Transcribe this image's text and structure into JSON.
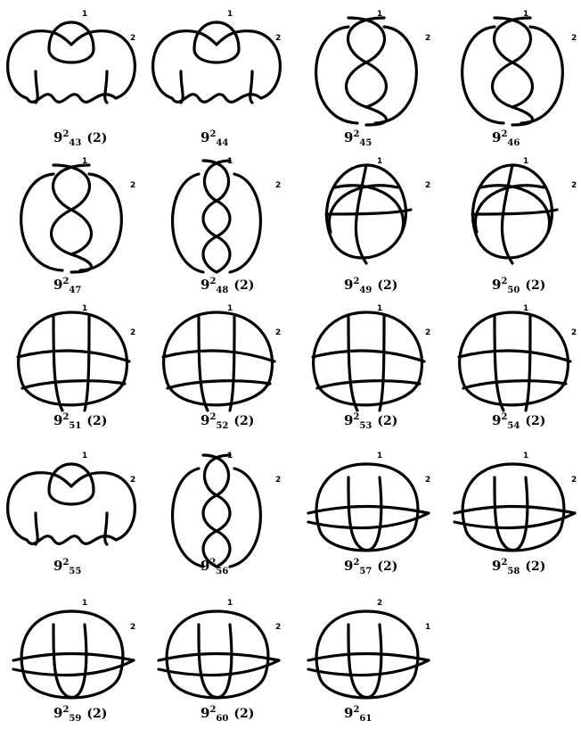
{
  "diagrams": [
    {
      "n": "9",
      "sup": "2",
      "sub": "43",
      "mult": "(2)",
      "style": "pretzel",
      "c1": "1",
      "c2": "2"
    },
    {
      "n": "9",
      "sup": "2",
      "sub": "44",
      "mult": "",
      "style": "pretzel",
      "c1": "1",
      "c2": "2"
    },
    {
      "n": "9",
      "sup": "2",
      "sub": "45",
      "mult": "",
      "style": "twist",
      "c1": "1",
      "c2": "2"
    },
    {
      "n": "9",
      "sup": "2",
      "sub": "46",
      "mult": "",
      "style": "twist",
      "c1": "1",
      "c2": "2"
    },
    {
      "n": "9",
      "sup": "2",
      "sub": "47",
      "mult": "",
      "style": "twist",
      "c1": "1",
      "c2": "2"
    },
    {
      "n": "9",
      "sup": "2",
      "sub": "48",
      "mult": "(2)",
      "style": "chain",
      "c1": "1",
      "c2": "2"
    },
    {
      "n": "9",
      "sup": "2",
      "sub": "49",
      "mult": "(2)",
      "style": "trefoil",
      "c1": "1",
      "c2": "2"
    },
    {
      "n": "9",
      "sup": "2",
      "sub": "50",
      "mult": "(2)",
      "style": "trefoil",
      "c1": "1",
      "c2": "2"
    },
    {
      "n": "9",
      "sup": "2",
      "sub": "51",
      "mult": "(2)",
      "style": "circle",
      "c1": "1",
      "c2": "2"
    },
    {
      "n": "9",
      "sup": "2",
      "sub": "52",
      "mult": "(2)",
      "style": "circle",
      "c1": "1",
      "c2": "2"
    },
    {
      "n": "9",
      "sup": "2",
      "sub": "53",
      "mult": "(2)",
      "style": "circle",
      "c1": "1",
      "c2": "2"
    },
    {
      "n": "9",
      "sup": "2",
      "sub": "54",
      "mult": "(2)",
      "style": "circle",
      "c1": "1",
      "c2": "2"
    },
    {
      "n": "9",
      "sup": "2",
      "sub": "55",
      "mult": "",
      "style": "pretzel",
      "c1": "1",
      "c2": "2"
    },
    {
      "n": "9",
      "sup": "2",
      "sub": "56",
      "mult": "",
      "style": "chain",
      "c1": "1",
      "c2": "2"
    },
    {
      "n": "9",
      "sup": "2",
      "sub": "57",
      "mult": "(2)",
      "style": "ring",
      "c1": "1",
      "c2": "2"
    },
    {
      "n": "9",
      "sup": "2",
      "sub": "58",
      "mult": "(2)",
      "style": "ring",
      "c1": "1",
      "c2": "2"
    },
    {
      "n": "9",
      "sup": "2",
      "sub": "59",
      "mult": "(2)",
      "style": "ring",
      "c1": "1",
      "c2": "2"
    },
    {
      "n": "9",
      "sup": "2",
      "sub": "60",
      "mult": "(2)",
      "style": "ring",
      "c1": "1",
      "c2": "2"
    },
    {
      "n": "9",
      "sup": "2",
      "sub": "61",
      "mult": "",
      "style": "ring",
      "c1": "2",
      "c2": "1"
    }
  ]
}
